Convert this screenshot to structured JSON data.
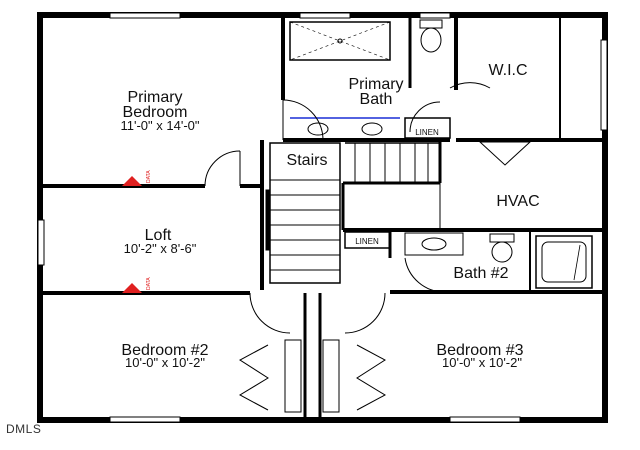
{
  "rooms": {
    "primary_bedroom": {
      "name_line1": "Primary",
      "name_line2": "Bedroom",
      "dims": "11'-0\" x 14'-0\""
    },
    "primary_bath": {
      "name_line1": "Primary",
      "name_line2": "Bath"
    },
    "wic": {
      "name": "W.I.C"
    },
    "linen_top": {
      "name": "LINEN"
    },
    "stairs": {
      "name": "Stairs"
    },
    "hvac": {
      "name": "HVAC"
    },
    "loft": {
      "name": "Loft",
      "dims": "10'-2\" x 8'-6\""
    },
    "linen_mid": {
      "name": "LINEN"
    },
    "bath2": {
      "name": "Bath #2"
    },
    "bedroom2": {
      "name": "Bedroom #2",
      "dims": "10'-0\" x 10'-2\""
    },
    "bedroom3": {
      "name": "Bedroom #3",
      "dims": "10'-0\" x 10'-2\""
    }
  },
  "markers": {
    "label": "DATA"
  },
  "watermark": "DMLS",
  "colors": {
    "marker": "#e02020",
    "wall": "#000000",
    "vanity_line": "#1a2fd6"
  }
}
